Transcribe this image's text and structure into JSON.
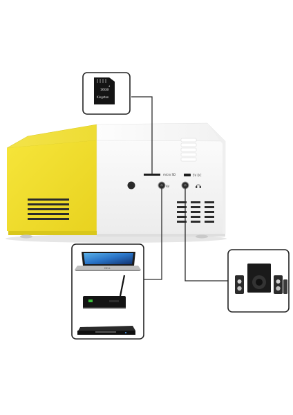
{
  "ports": {
    "microsd_label": "micro SD",
    "av_label": "AV",
    "usb_label": "5V DC"
  },
  "sd_card": {
    "brand": "Kingston",
    "capacity": "16GB",
    "class_mark": "4"
  },
  "laptop": {
    "brand": "DELL"
  },
  "colors": {
    "projector_yellow": "#f0df2a",
    "projector_white": "#f7f7f7",
    "cable": "#2b2b2b",
    "box_border": "#222222"
  },
  "icons": [
    "sd-card-icon",
    "laptop-icon",
    "tv-box-icon",
    "dvd-player-icon",
    "speaker-set-icon",
    "headphone-icon"
  ]
}
